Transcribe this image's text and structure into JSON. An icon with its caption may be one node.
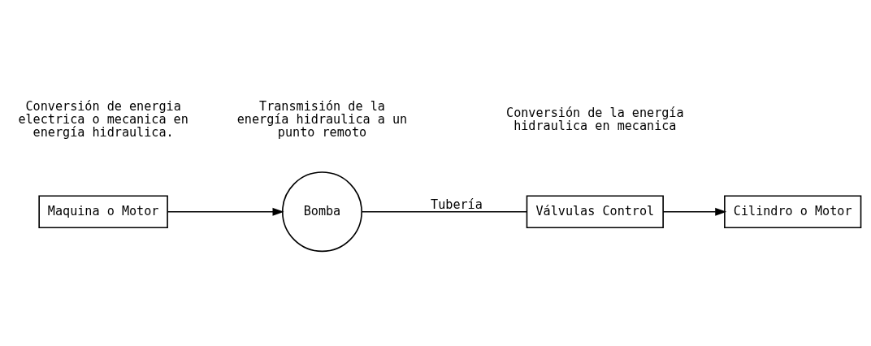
{
  "diagram": {
    "nodes": [
      {
        "text": [
          "Maquina o Motor"
        ]
      },
      {
        "text": [
          "Bomba"
        ]
      },
      {
        "text": [
          "Válvulas Control"
        ]
      },
      {
        "text": [
          "Cilindro o Motor"
        ]
      }
    ],
    "edges": [
      {
        "from": 0,
        "to": 1,
        "arrow": "to"
      },
      {
        "from": 1,
        "to": 2,
        "arrow": "none",
        "label": "Tubería"
      },
      {
        "from": 2,
        "to": 3,
        "arrow": "to"
      }
    ],
    "labels": [
      "Conversión de energia electrica o mecanica en energía hidraulica.",
      "Transmisión de la energía hidraulica a un punto remoto",
      "Conversión de la energía hidraulica en mecanica"
    ]
  }
}
